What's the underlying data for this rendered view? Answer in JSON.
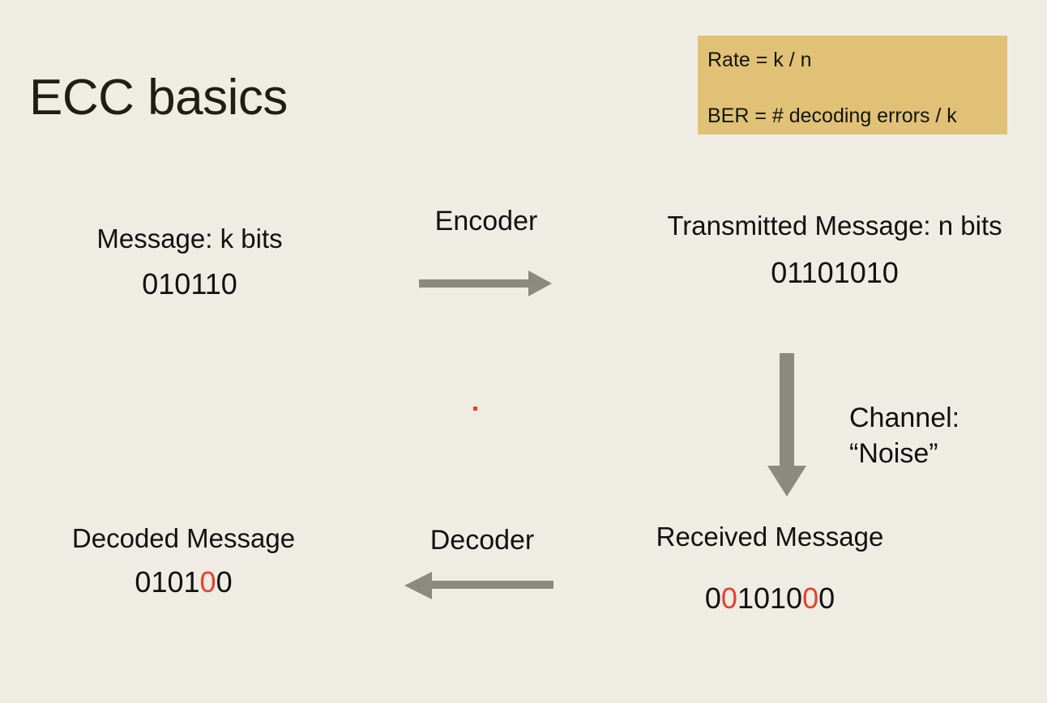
{
  "slide": {
    "title": "ECC basics",
    "background_color": "#efece4",
    "text_color": "#111111",
    "error_color": "#e8402a",
    "arrow_color": "#8a8a80"
  },
  "formula_box": {
    "background_color": "#e0c175",
    "rate": "Rate = k / n",
    "ber": "BER = # decoding errors / k"
  },
  "nodes": {
    "message": {
      "label": "Message: k bits",
      "bits": [
        {
          "char": "0",
          "error": false
        },
        {
          "char": "1",
          "error": false
        },
        {
          "char": "0",
          "error": false
        },
        {
          "char": "1",
          "error": false
        },
        {
          "char": "1",
          "error": false
        },
        {
          "char": "0",
          "error": false
        }
      ],
      "bits_text": "010110"
    },
    "transmitted": {
      "label": "Transmitted Message: n bits",
      "bits": [
        {
          "char": "0",
          "error": false
        },
        {
          "char": "1",
          "error": false
        },
        {
          "char": "1",
          "error": false
        },
        {
          "char": "0",
          "error": false
        },
        {
          "char": "1",
          "error": false
        },
        {
          "char": "0",
          "error": false
        },
        {
          "char": "1",
          "error": false
        },
        {
          "char": "0",
          "error": false
        }
      ],
      "bits_text": "01101010"
    },
    "received": {
      "label": "Received Message",
      "bits": [
        {
          "char": "0",
          "error": false
        },
        {
          "char": "0",
          "error": true
        },
        {
          "char": "1",
          "error": false
        },
        {
          "char": "0",
          "error": false
        },
        {
          "char": "1",
          "error": false
        },
        {
          "char": "0",
          "error": false
        },
        {
          "char": "0",
          "error": true
        },
        {
          "char": "0",
          "error": false
        }
      ],
      "bits_text": "00101000"
    },
    "decoded": {
      "label": "Decoded Message",
      "bits": [
        {
          "char": "0",
          "error": false
        },
        {
          "char": "1",
          "error": false
        },
        {
          "char": "0",
          "error": false
        },
        {
          "char": "1",
          "error": false
        },
        {
          "char": "0",
          "error": true
        },
        {
          "char": "0",
          "error": false
        }
      ],
      "bits_text": "010100"
    }
  },
  "arrows": {
    "encoder_label": "Encoder",
    "decoder_label": "Decoder",
    "channel_label_line1": "Channel:",
    "channel_label_line2": "“Noise”"
  }
}
